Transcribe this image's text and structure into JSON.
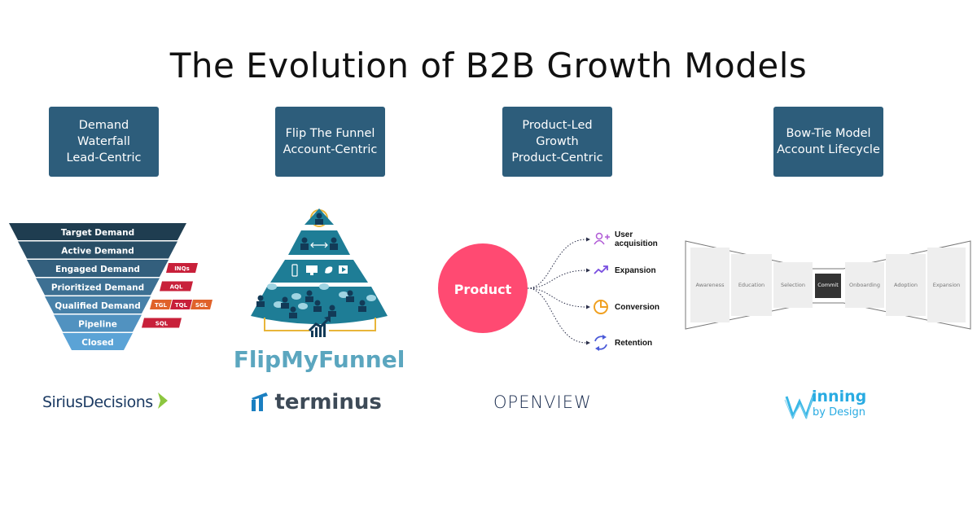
{
  "title": "The Evolution of B2B Growth Models",
  "models": [
    {
      "lines": [
        "Demand",
        "Waterfall",
        "Lead-Centric"
      ]
    },
    {
      "lines": [
        "Flip The Funnel",
        "Account-Centric"
      ]
    },
    {
      "lines": [
        "Product-Led",
        "Growth",
        "Product-Centric"
      ]
    },
    {
      "lines": [
        "Bow-Tie Model",
        "Account Lifecycle"
      ]
    }
  ],
  "demand_waterfall": {
    "stages": [
      "Target Demand",
      "Active Demand",
      "Engaged Demand",
      "Prioritized Demand",
      "Qualified Demand",
      "Pipeline",
      "Closed"
    ],
    "tags": {
      "engaged": [
        "INQs"
      ],
      "prioritized": [
        "AQL"
      ],
      "qualified": [
        "TGL",
        "TQL",
        "SGL"
      ],
      "pipeline": [
        "SQL"
      ]
    },
    "colors": {
      "top": "#1f3d50",
      "bottom": "#5ba3d6",
      "tag_red": "#c8203a",
      "tag_orange": "#e0622a"
    }
  },
  "flip_my_funnel": {
    "logo_text": "FlipMyFunnel",
    "colors": {
      "teal": "#1e7d96",
      "light_teal": "#4aa7bd",
      "navy": "#123a57",
      "gold": "#e8b53a"
    }
  },
  "product_led": {
    "center_label": "Product",
    "center_color": "#ff4a72",
    "outcomes": [
      {
        "label_lines": [
          "User",
          "acquisition"
        ],
        "icon": "user-plus-icon",
        "color": "#b05ad6"
      },
      {
        "label_lines": [
          "Expansion"
        ],
        "icon": "trend-up-icon",
        "color": "#7a4ee0"
      },
      {
        "label_lines": [
          "Conversion"
        ],
        "icon": "pie-icon",
        "color": "#f0a020"
      },
      {
        "label_lines": [
          "Retention"
        ],
        "icon": "cycle-icon",
        "color": "#4a5ad8"
      }
    ]
  },
  "bow_tie": {
    "stages": [
      "Awareness",
      "Education",
      "Selection",
      "Commit",
      "Onboarding",
      "Adoption",
      "Expansion"
    ],
    "highlight": "Commit"
  },
  "logos": {
    "sirius": "SiriusDecisions",
    "terminus": "terminus",
    "openview": "OPENVIEW",
    "winning_top": "inning",
    "winning_bottom": "by Design"
  }
}
